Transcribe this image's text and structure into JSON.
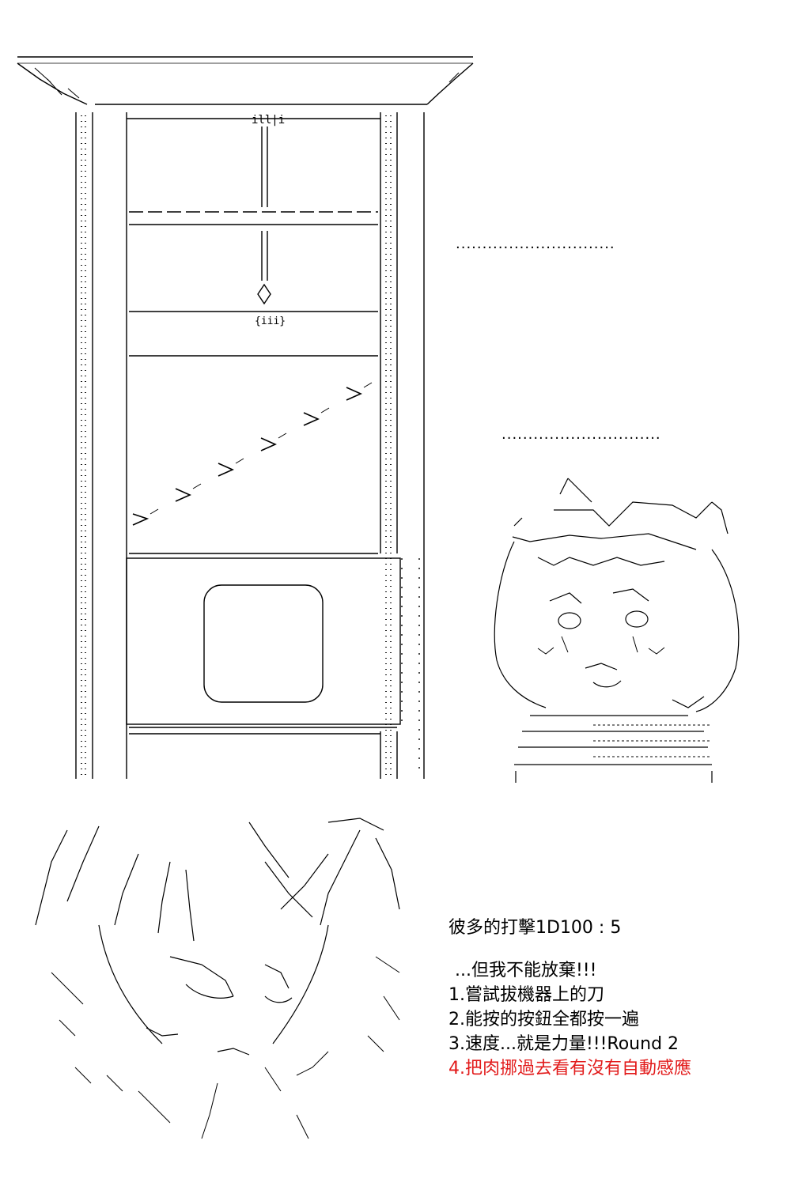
{
  "texts": {
    "dots_upper": "..............................",
    "dots_lower": "..............................",
    "dice_roll": "彼多的打擊1D100 : 5",
    "options": [
      "...但我不能放棄!!!",
      "1.嘗試拔機器上的刀",
      "2.能按的按鈕全都按一遍",
      "3.速度...就是力量!!!Round 2",
      "4.把肉挪過去看有沒有自動感應"
    ]
  },
  "colors": {
    "line": "#000000",
    "highlight": "#e21b1b"
  },
  "icons": {
    "machine": "guillotine-machine-ascii-art",
    "character": "worried-character-ascii-art",
    "closeup": "character-closeup-ascii-art"
  }
}
